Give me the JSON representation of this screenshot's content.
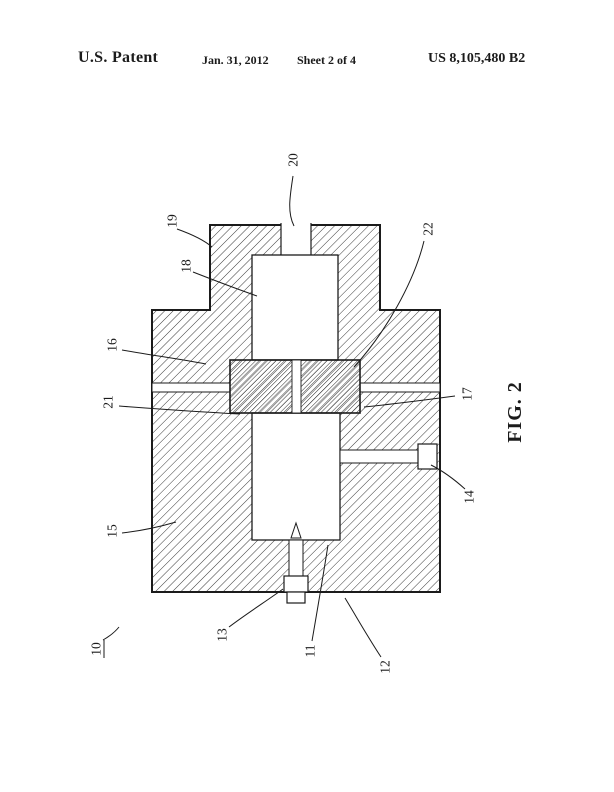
{
  "page": {
    "background": "#ffffff",
    "ink": "#1b1b1b"
  },
  "header": {
    "title": "U.S. Patent",
    "date": "Jan. 31, 2012",
    "sheet": "Sheet 2 of 4",
    "patent_number": "US 8,105,480 B2"
  },
  "figure": {
    "label": "FIG. 2",
    "refs": {
      "r10": "10",
      "r11": "11",
      "r12": "12",
      "r13": "13",
      "r14": "14",
      "r15": "15",
      "r16": "16",
      "r17": "17",
      "r18": "18",
      "r19": "19",
      "r20": "20",
      "r21": "21",
      "r22": "22"
    }
  }
}
